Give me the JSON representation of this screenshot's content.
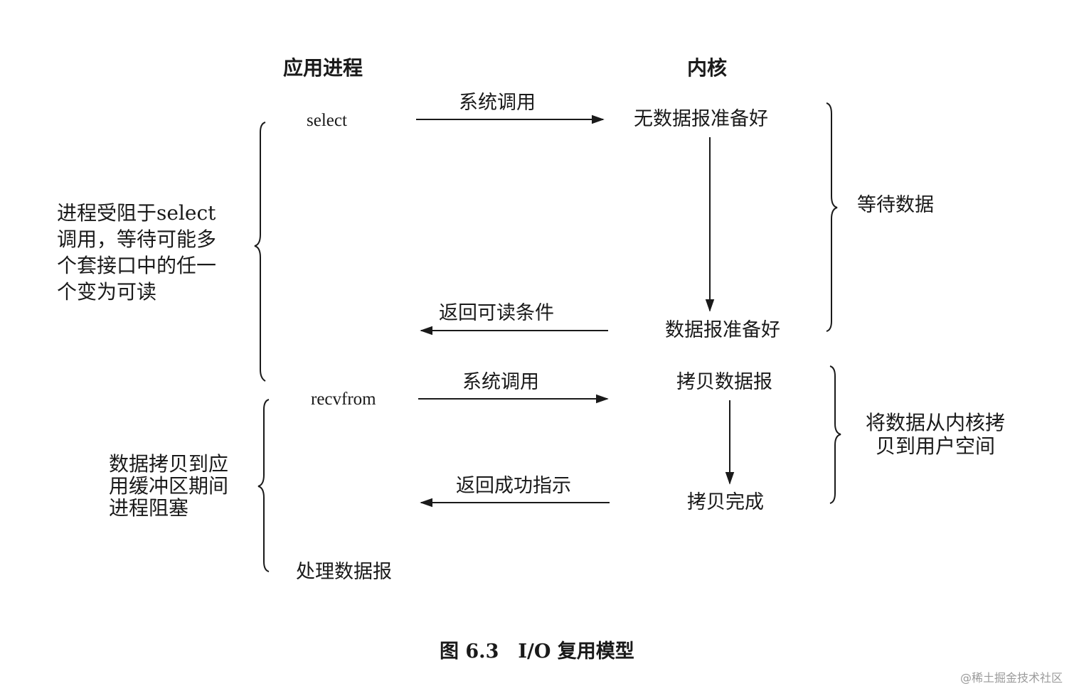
{
  "headers": {
    "app_process": "应用进程",
    "kernel": "内核"
  },
  "app_side": {
    "select": "select",
    "recvfrom": "recvfrom",
    "process_datagram": "处理数据报"
  },
  "kernel_side": {
    "no_datagram_ready": "无数据报准备好",
    "datagram_ready": "数据报准备好",
    "copy_datagram": "拷贝数据报",
    "copy_complete": "拷贝完成"
  },
  "messages": {
    "syscall_1": "系统调用",
    "return_readable": "返回可读条件",
    "syscall_2": "系统调用",
    "return_success": "返回成功指示"
  },
  "left_notes": {
    "blocked_on_select": "进程受阻于select调用，等待可能多个套接口中的任一个变为可读",
    "blocked_on_copy": "数据拷贝到应用缓冲区期间进程阻塞"
  },
  "right_notes": {
    "wait_for_data": "等待数据",
    "copy_to_user": "将数据从内核拷贝到用户空间"
  },
  "caption": "图 6.3　I/O 复用模型",
  "watermark": "@稀土掘金技术社区"
}
